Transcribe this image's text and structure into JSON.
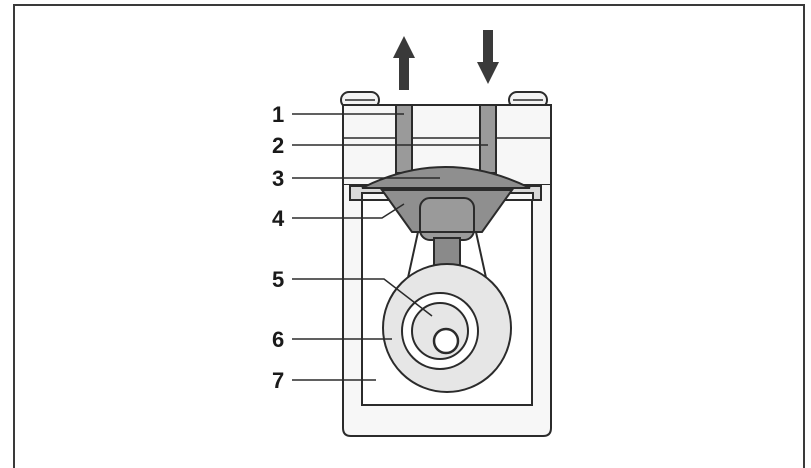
{
  "diagram": {
    "callouts": [
      {
        "id": "1",
        "label": "1"
      },
      {
        "id": "2",
        "label": "2"
      },
      {
        "id": "3",
        "label": "3"
      },
      {
        "id": "4",
        "label": "4"
      },
      {
        "id": "5",
        "label": "5"
      },
      {
        "id": "6",
        "label": "6"
      },
      {
        "id": "7",
        "label": "7"
      }
    ],
    "flow_arrows": [
      {
        "id": "outlet",
        "direction": "up"
      },
      {
        "id": "inlet",
        "direction": "down"
      }
    ],
    "colors": {
      "outline": "#2b2b2b",
      "housing_fill": "#f7f7f7",
      "diaphragm_fill": "#8f8f8f",
      "part_fill": "#e6e6e6",
      "rod_fill": "#8a8a8a"
    }
  }
}
